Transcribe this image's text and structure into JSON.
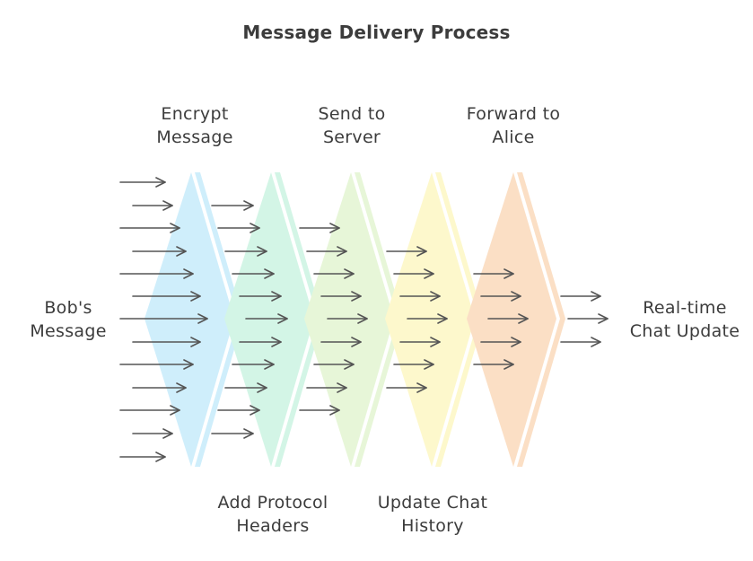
{
  "title": "Message Delivery Process",
  "input_label": [
    "Bob's",
    "Message"
  ],
  "output_label": [
    "Real-time",
    "Chat Update"
  ],
  "stages": [
    {
      "label": [
        "Encrypt",
        "Message"
      ],
      "position": "top",
      "color": "#cfeefb"
    },
    {
      "label": [
        "Add Protocol",
        "Headers"
      ],
      "position": "bottom",
      "color": "#d3f5e6"
    },
    {
      "label": [
        "Send to",
        "Server"
      ],
      "position": "top",
      "color": "#e7f6d8"
    },
    {
      "label": [
        "Update Chat",
        "History"
      ],
      "position": "bottom",
      "color": "#fdf8cc"
    },
    {
      "label": [
        "Forward to",
        "Alice"
      ],
      "position": "top",
      "color": "#fbdfc5"
    }
  ],
  "arrow_color": "#555555"
}
